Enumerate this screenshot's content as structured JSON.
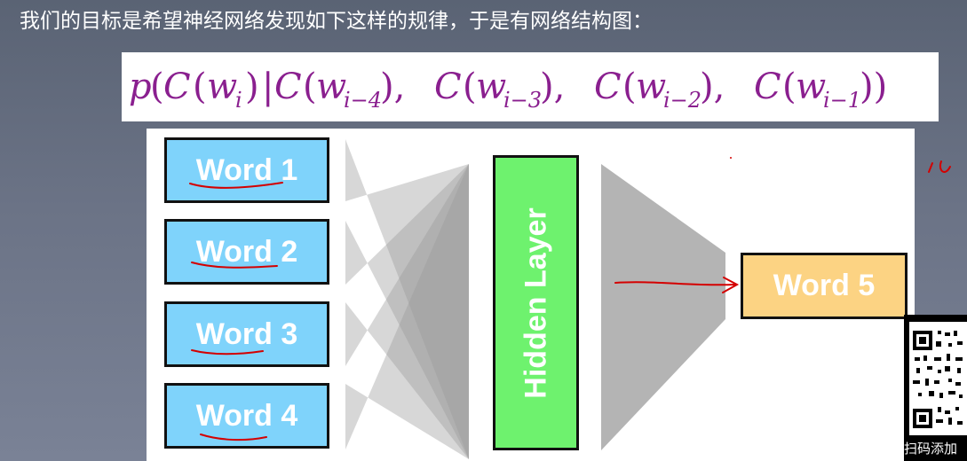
{
  "slide": {
    "title": "我们的目标是希望神经网络发现如下这样的规律，于是有网络结构图："
  },
  "formula": {
    "p": "p",
    "open_p": "(",
    "c_target": "C",
    "open1": "(",
    "w_target": "w",
    "sub_target": "i",
    "close1": ")",
    "bar": "|",
    "ctx1_c": "C",
    "ctx1_open": "(",
    "ctx1_w": "w",
    "ctx1_sub": "i−4",
    "ctx1_close": "),",
    "ctx2_c": "C",
    "ctx2_open": "(",
    "ctx2_w": "w",
    "ctx2_sub": "i−3",
    "ctx2_close": "),",
    "ctx3_c": "C",
    "ctx3_open": "(",
    "ctx3_w": "w",
    "ctx3_sub": "i−2",
    "ctx3_close": "),",
    "ctx4_c": "C",
    "ctx4_open": "(",
    "ctx4_w": "w",
    "ctx4_sub": "i−1",
    "ctx4_close": "))",
    "color": "#8a1f8f"
  },
  "diagram": {
    "inputs": [
      "Word 1",
      "Word 2",
      "Word 3",
      "Word 4"
    ],
    "hidden_label": "Hidden Layer",
    "output_label": "Word 5",
    "colors": {
      "input_fill": "#7fd3fb",
      "hidden_fill": "#6ef26e",
      "output_fill": "#fcd383",
      "connection": "#9a9a9a",
      "annotation": "#d40000"
    }
  },
  "qr": {
    "caption": "扫码添加"
  }
}
